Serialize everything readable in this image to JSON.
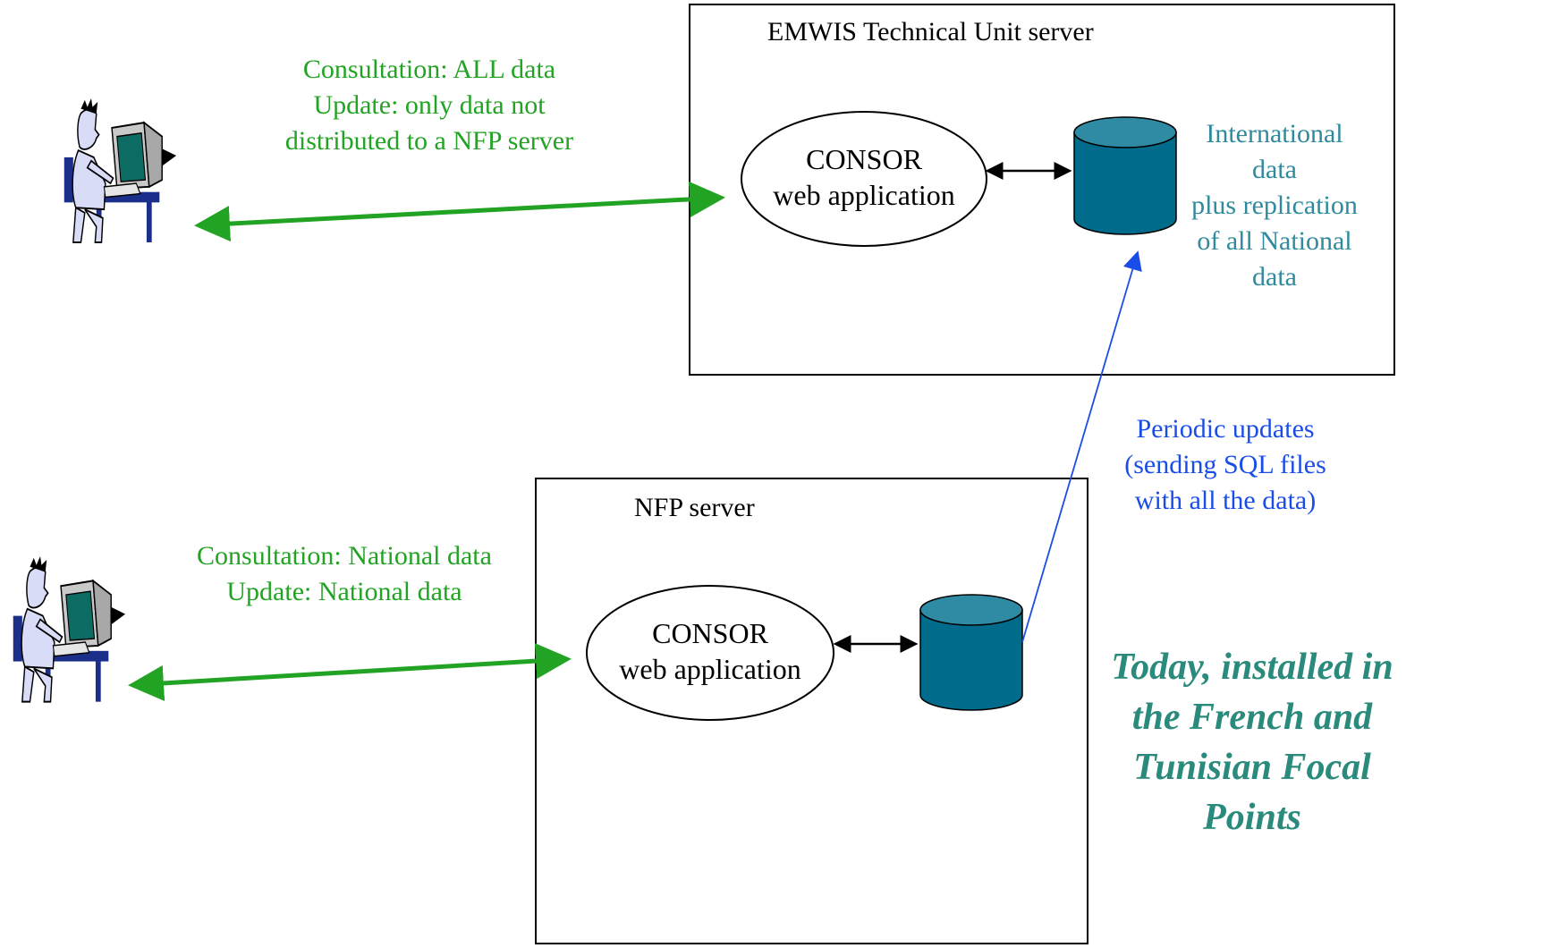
{
  "top_server": {
    "title": "EMWIS Technical Unit server",
    "app_label": "CONSOR\nweb application",
    "db_label": "International\ndata\nplus replication\nof all National\ndata"
  },
  "nfp_server": {
    "title": "NFP server",
    "app_label": "CONSOR\nweb application"
  },
  "user_top_link": "Consultation: ALL data\nUpdate: only data not\ndistributed to a NFP server",
  "user_bottom_link": "Consultation: National data\nUpdate: National data",
  "replication_link": "Periodic updates\n(sending SQL files\nwith all the data)",
  "note": "Today, installed in\nthe French and\nTunisian Focal\nPoints",
  "colors": {
    "user_link": "#22a323",
    "replication_link": "#1a4de8",
    "database": "#006b8a",
    "note": "#2a8a7c"
  },
  "icons": [
    "user-at-computer-icon",
    "user-at-computer-icon",
    "database-icon",
    "database-icon"
  ]
}
